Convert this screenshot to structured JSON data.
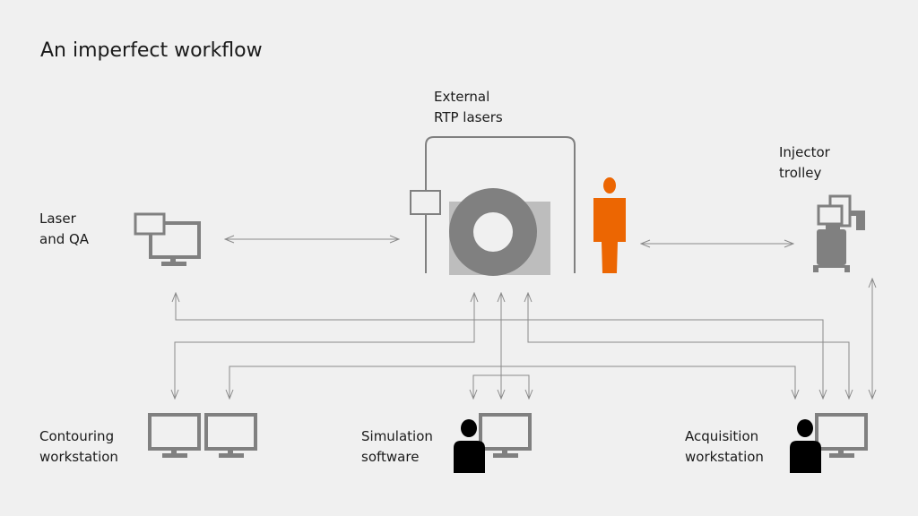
{
  "title": "An imperfect workflow",
  "labels": {
    "external_lasers": [
      "External",
      "RTP lasers"
    ],
    "injector_trolley": [
      "Injector",
      "trolley"
    ],
    "laser_qa": [
      "Laser",
      "and QA"
    ],
    "contouring": [
      "Contouring",
      "workstation"
    ],
    "simulation": [
      "Simulation",
      "software"
    ],
    "acquisition": [
      "Acquisition",
      "workstation"
    ]
  },
  "colors": {
    "background": "#f0f0f0",
    "equipment": "#808080",
    "equipment_light": "#bdbdbd",
    "arrow": "#8a8a8a",
    "operator": "#000000",
    "patient": "#ec6602",
    "text": "#1a1a1a"
  },
  "icons": [
    "monitor-icon",
    "ct-scanner-icon",
    "laser-icon",
    "patient-icon",
    "operator-icon",
    "injector-trolley-icon"
  ]
}
